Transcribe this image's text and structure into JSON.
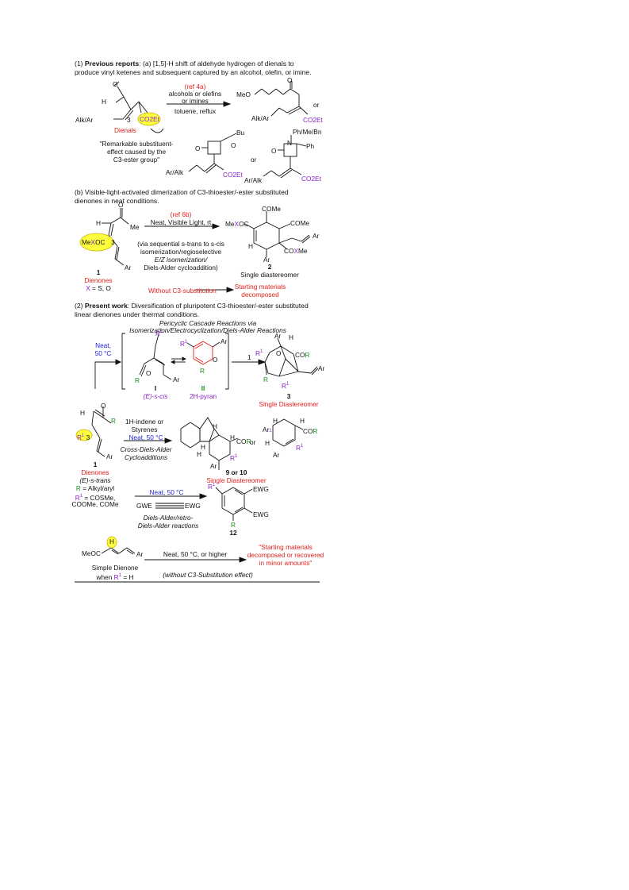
{
  "part1": {
    "heading_num": "(1)",
    "heading_bold": "Previous reports",
    "heading_text": ": (a) [1,5]-H shift of aldehyde hydrogen of dienals to",
    "heading_line2": "produce vinyl ketenes and subsequent captured by an alcohol, olefin, or imine.",
    "ref": "(ref 4a)",
    "cond1": "alcohols or olefins",
    "cond2": "or imines",
    "cond3": "toluene, reflux",
    "dienals_label": "Dienals",
    "note1": "\"Remarkable substituent-",
    "note2": "effect caused by the",
    "note3": "C3-ester group\"",
    "or1": "or",
    "or2": "or",
    "prod_meo": "MeO",
    "prod_co2et": "CO2Et",
    "prod_alkar": "Alk/Ar",
    "reactant_alkar": "Alk/Ar",
    "reactant_h": "H",
    "reactant_o": "O",
    "reactant_3": "3",
    "reactant_co2et": "CO2Et",
    "cb_o": "O",
    "cb_bu": "Bu",
    "cb_co2et": "CO2Et",
    "cb_aralk": "Ar/Alk",
    "lac_n": "N",
    "lac_sub": "Ph/Me/Bn",
    "lac_ph": "Ph",
    "lac_o": "O",
    "lac_aralk": "Ar/Alk",
    "lac_co2et": "CO2Et"
  },
  "part1b": {
    "heading": "(b) Visible-light-activated dimerization of C3-thioester/-ester substituted",
    "heading_line2": "dienones in neat conditions.",
    "ref": "(ref 6b)",
    "cond": "Neat, Visible Light, rt",
    "mech1": "(via sequential s-trans to s-cis",
    "mech2": "isomerization/regioselective",
    "mech3": "E/Z isomerization/",
    "mech4": "Diels-Alder cycloaddition)",
    "dienone_num": "1",
    "dienone_label": "Dienones",
    "x_label": "X = S, O",
    "meoxoc": "MeXOC",
    "o": "O",
    "me": "Me",
    "h": "H",
    "three": "3",
    "ar": "Ar",
    "prod_num": "2",
    "prod_label": "Single diastereomer",
    "prod_come1": "COMe",
    "prod_come2": "COMe",
    "prod_meoxoc": "MeXOC",
    "prod_coxme": "COXMe",
    "prod_h": "H",
    "prod_ar1": "Ar",
    "prod_ar2": "Ar",
    "without": "Without C3-substitution",
    "sm1": "Starting materials",
    "sm2": "decomposed"
  },
  "part2": {
    "heading_num": "(2)",
    "heading_bold": "Present work",
    "heading_text": ": Diversification of pluripotent C3-thioester/-ester substituted",
    "heading_line2": "linear dienones under thermal conditions.",
    "title1": "Pericyclic Cascade Reactions via",
    "title2": "Isomerization/Electrocyclization/Diels-Alder Reactions",
    "neat": "Neat,",
    "temp": "50 °C",
    "I_label": "I",
    "I_desc": "(E)-s-cis",
    "II_label": "II",
    "II_desc": "2H-pyran",
    "arrow1": "1",
    "prod3_num": "3",
    "prod3_label": "Single Diastereomer",
    "r1": "R1",
    "r": "R",
    "ar": "Ar",
    "o": "O",
    "h": "H",
    "cor": "COR",
    "d_num": "1",
    "d_label": "Dienones",
    "d_form": "(E)-s-trans",
    "d_r": "R = Alkyl/aryl",
    "d_r1": "R1 = COSMe,",
    "d_r1b": "COOMe, COMe",
    "d_three": "3",
    "indene1": "1H-indene or",
    "indene2": "Styrenes",
    "indene_cond": "Neat, 50 °C",
    "cda1": "Cross-Diels-Alder",
    "cda2": "Cycloadditions",
    "prod910_num": "9 or 10",
    "prod910_label": "Single Diastereomer",
    "or": "or",
    "alk_cond": "Neat, 50 °C",
    "gwe": "GWE",
    "ewg": "EWG",
    "da1": "Diels-Alder/retro-",
    "da2": "Diels-Alder reactions",
    "prod12_num": "12",
    "arom_ewg1": "EWG",
    "arom_ewg2": "EWG",
    "simple_meoc": "MeOC",
    "simple_h": "H",
    "simple_ar": "Ar",
    "simple_label": "Simple Dienone",
    "simple_when": "when R1 = H",
    "simple_cond": "Neat, 50 °C, or higher",
    "simple_res1": "\"Starting materials",
    "simple_res2": "decomposed or recovered",
    "simple_res3": "in minor amounts\"",
    "simple_note": "(without C3-Substitution effect)"
  }
}
